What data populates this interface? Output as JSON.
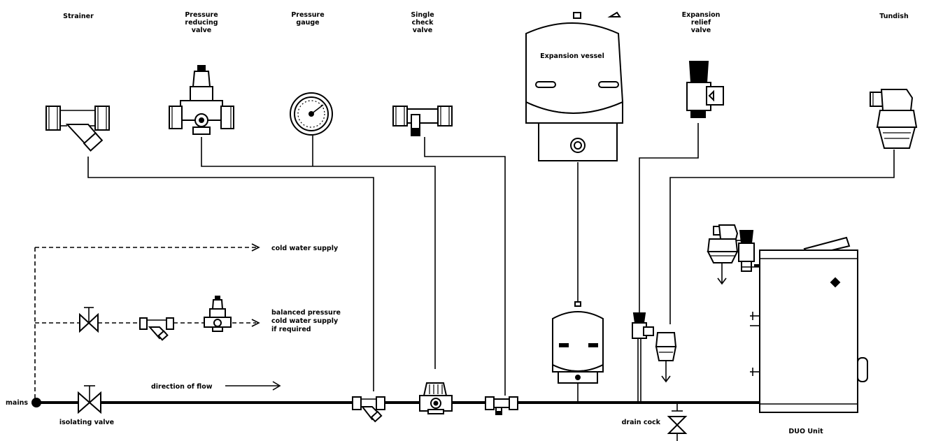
{
  "labels": {
    "strainer": "Strainer",
    "prv": [
      "Pressure",
      "reducing",
      "valve"
    ],
    "gauge": [
      "Pressure",
      "gauge"
    ],
    "check": [
      "Single",
      "check",
      "valve"
    ],
    "vessel": "Expansion vessel",
    "erv": [
      "Expansion",
      "relief",
      "valve"
    ],
    "tundish": "Tundish",
    "cold_supply": "cold water supply",
    "balanced": [
      "balanced pressure",
      "cold water supply",
      "if required"
    ],
    "direction": "direction of flow",
    "mains": "mains",
    "isolating": "isolating valve",
    "drain": "drain cock",
    "unit": "DUO Unit"
  }
}
